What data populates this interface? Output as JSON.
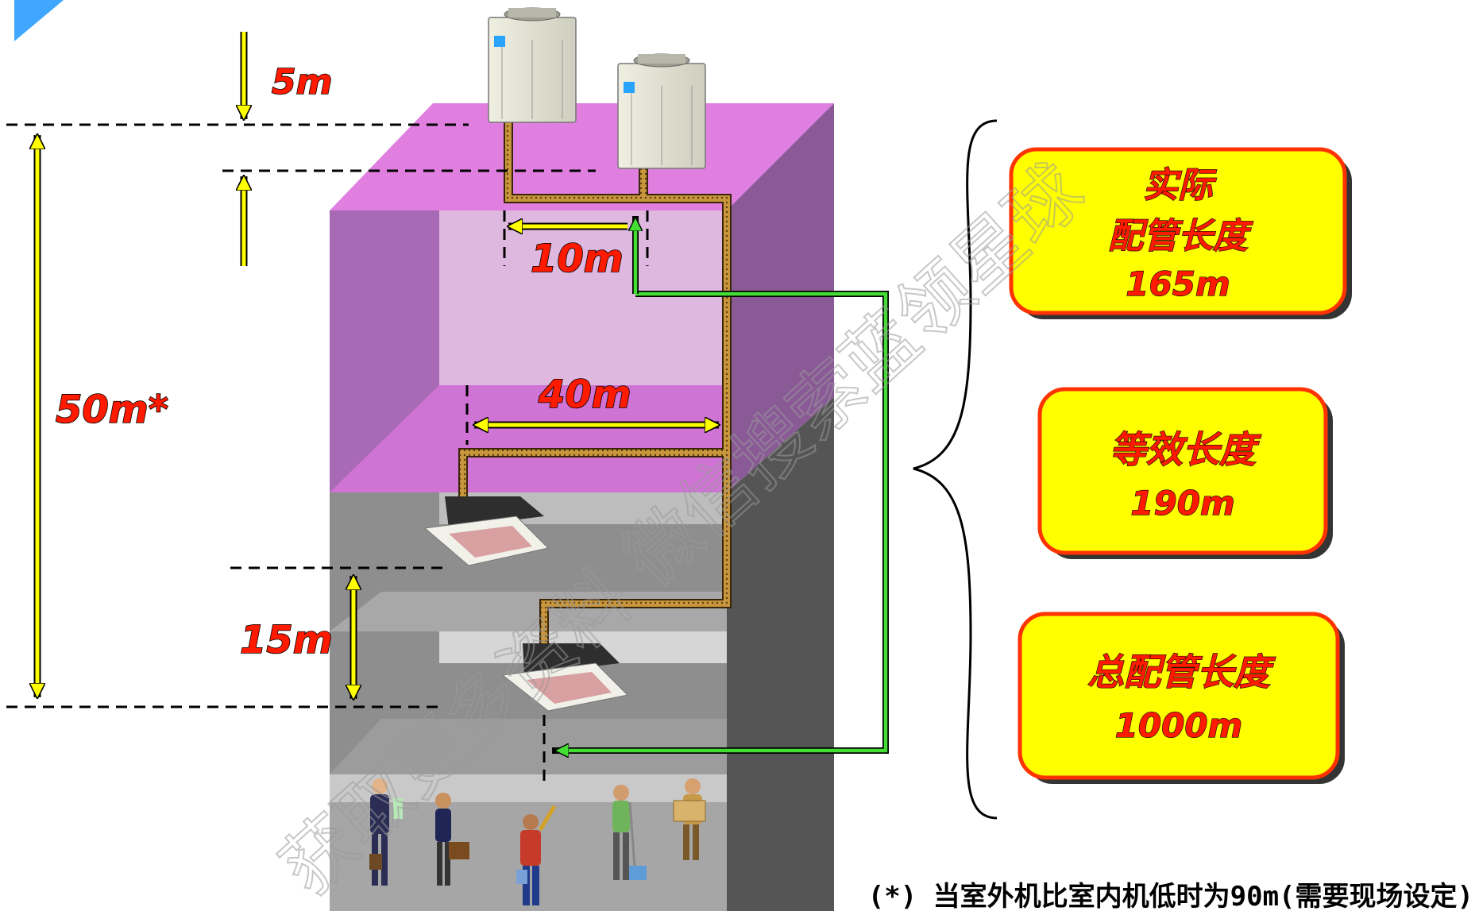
{
  "dimensions": {
    "d5": "5m",
    "d10": "10m",
    "d40": "40m",
    "d50": "50m*",
    "d15": "15m"
  },
  "boxes": {
    "actual": {
      "line1": "实际",
      "line2": "配管长度",
      "value": "165m"
    },
    "equivalent": {
      "line1": "等效长度",
      "value": "190m"
    },
    "total": {
      "line1": "总配管长度",
      "value": "1000m"
    }
  },
  "footnote": "(*) 当室外机比室内机低时为90m(需要现场设定)",
  "watermark": "获取更多资料 微信搜索蓝领星球",
  "colors": {
    "roof": "#e07fe0",
    "upper_wall": "#a96ab5",
    "lower_wall": "#8e8e8e",
    "dim_arrow": "#ffff00",
    "pipe": "#c8963c",
    "route": "#44dd33",
    "box_fill": "#ffff00",
    "box_border": "#ff3300",
    "label_text": "#ff1a00"
  }
}
